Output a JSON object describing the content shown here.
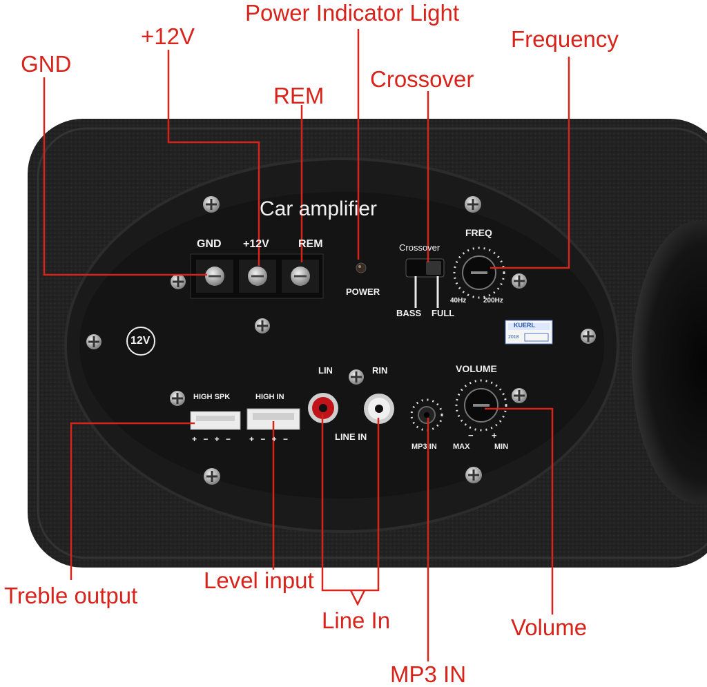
{
  "callouts": {
    "gnd": "GND",
    "plus12v": "+12V",
    "rem": "REM",
    "power_indicator": "Power Indicator Light",
    "crossover": "Crossover",
    "frequency": "Frequency",
    "treble_output": "Treble output",
    "level_input": "Level input",
    "line_in": "Line In",
    "mp3_in": "MP3 IN",
    "volume": "Volume"
  },
  "panel": {
    "title": "Car amplifier",
    "gnd": "GND",
    "plus12v": "+12V",
    "rem": "REM",
    "power": "POWER",
    "crossover": "Crossover",
    "bass": "BASS",
    "full": "FULL",
    "freq": "FREQ",
    "hz40": "40Hz",
    "hz200": "200Hz",
    "badge_12v": "12V",
    "high_spk": "HIGH SPK",
    "high_in": "HIGH IN",
    "spk_pol": "+ − + −",
    "in_pol": "+ − + −",
    "lin": "LIN",
    "rin": "RIN",
    "line_in": "LINE IN",
    "mp3_in": "MP3 IN",
    "volume": "VOLUME",
    "max": "MAX",
    "min": "MIN",
    "minus": "−",
    "plus": "+",
    "brand": "KUERL",
    "sticker_code": "2018"
  },
  "colors": {
    "callout_red": "#d8231a",
    "housing": "#1e1e1e",
    "panel": "#151515",
    "panel_text": "#f2f2f2",
    "red_rca": "#c0141a"
  }
}
